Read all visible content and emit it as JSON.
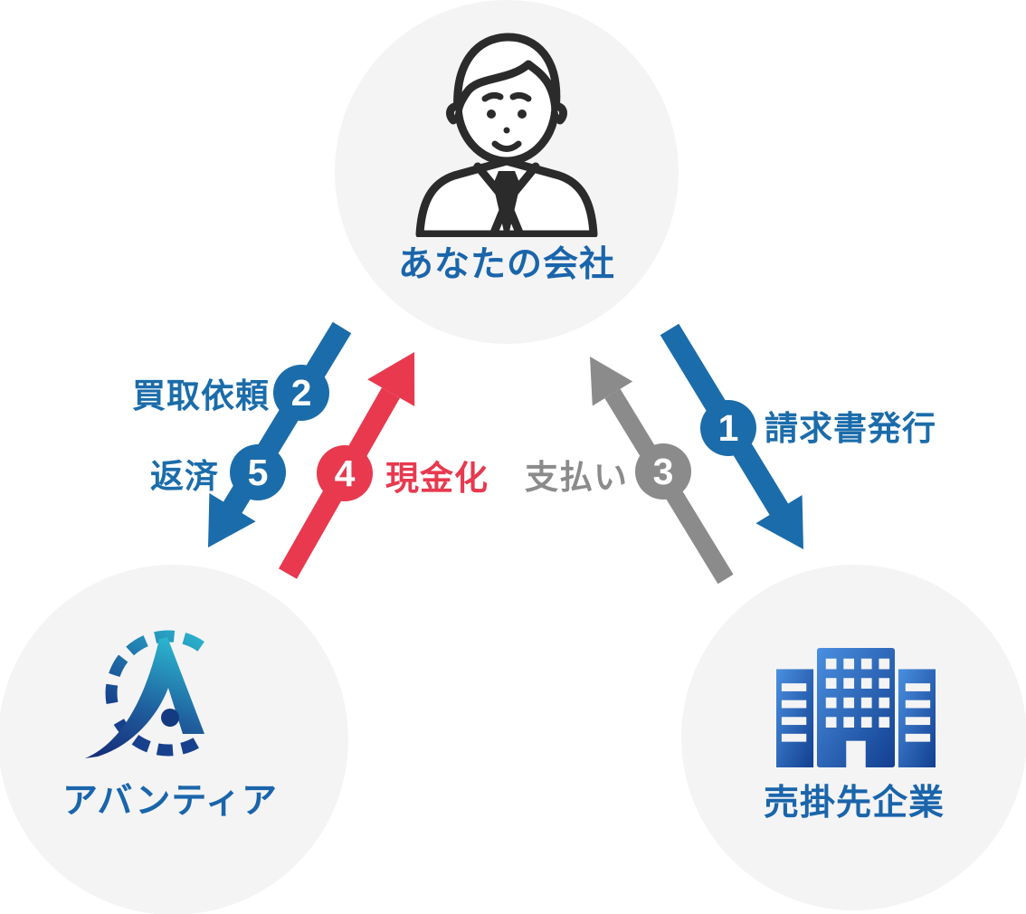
{
  "diagram": {
    "entities": {
      "company": {
        "label": "あなたの会社",
        "icon": "businessman-icon"
      },
      "factoring_company": {
        "label": "アバンティア",
        "icon": "avantia-logo"
      },
      "client": {
        "label": "売掛先企業",
        "icon": "office-building-icon"
      }
    },
    "steps": [
      {
        "number": "1",
        "label": "請求書発行",
        "color": "#1b6caa",
        "from": "あなたの会社",
        "to": "売掛先企業"
      },
      {
        "number": "2",
        "label": "買取依頼",
        "color": "#1b6caa",
        "from": "あなたの会社",
        "to": "アバンティア"
      },
      {
        "number": "3",
        "label": "支払い",
        "color": "#8b8b8b",
        "from": "売掛先企業",
        "to": "あなたの会社"
      },
      {
        "number": "4",
        "label": "現金化",
        "color": "#e8394f",
        "from": "アバンティア",
        "to": "あなたの会社"
      },
      {
        "number": "5",
        "label": "返済",
        "color": "#1b6caa",
        "from": "あなたの会社",
        "to": "アバンティア"
      }
    ],
    "colors": {
      "blue": "#1b6caa",
      "red": "#e8394f",
      "gray": "#8b8b8b",
      "circle_bg": "#f4f4f5",
      "text_blue": "#1a65ab"
    }
  }
}
